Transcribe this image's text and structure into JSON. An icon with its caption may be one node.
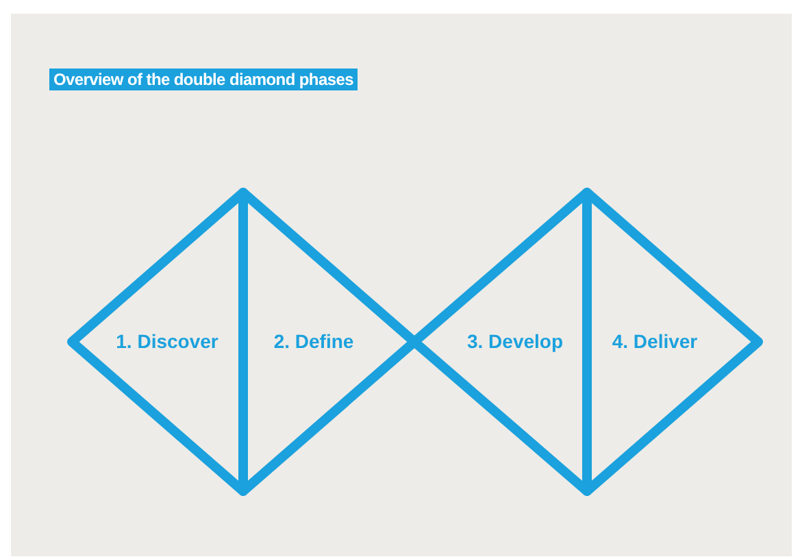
{
  "diagram": {
    "title": "Overview of the double diamond phases",
    "nodes": [
      {
        "text": [
          "1. Discover"
        ]
      },
      {
        "text": [
          "2. Define"
        ]
      },
      {
        "text": [
          "3. Develop"
        ]
      },
      {
        "text": [
          "4. Deliver"
        ]
      }
    ],
    "edges": []
  }
}
